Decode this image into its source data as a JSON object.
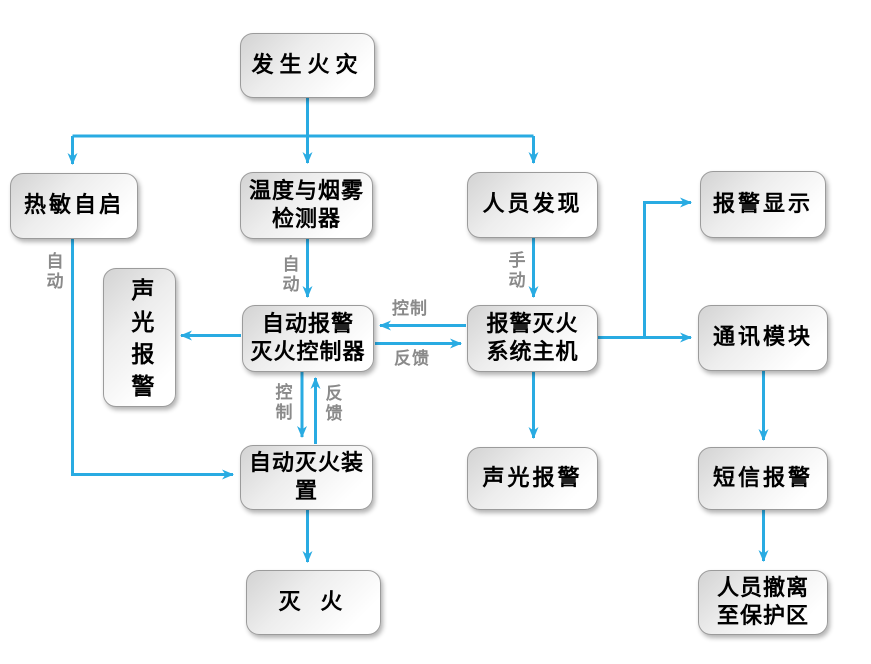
{
  "colors": {
    "connector_blue": "#29abe2",
    "node_border_gray": "#9b9b9b",
    "edge_label_gray": "#8a8a8a",
    "node_text": "#000000"
  },
  "nodes": {
    "fire": {
      "label": "发生火灾"
    },
    "thermal": {
      "label": "热敏自启"
    },
    "detector": {
      "label": "温度与烟雾\n检测器"
    },
    "person": {
      "label": "人员发现"
    },
    "alarm_display": {
      "label": "报警显示"
    },
    "sound_light_left": {
      "label": "声光报警"
    },
    "controller": {
      "label": "自动报警\n灭火控制器"
    },
    "host": {
      "label": "报警灭火\n系统主机"
    },
    "comm": {
      "label": "通讯模块"
    },
    "auto_extinguisher": {
      "label": "自动灭火装置"
    },
    "sound_light_right": {
      "label": "声光报警"
    },
    "sms": {
      "label": "短信报警"
    },
    "extinguish": {
      "label": "灭 火"
    },
    "evacuate": {
      "label": "人员撤离\n至保护区"
    }
  },
  "edge_labels": {
    "auto_left": "自动",
    "auto_center": "自动",
    "manual": "手动",
    "control_h": "控制",
    "feedback_h": "反馈",
    "control_v": "控制",
    "feedback_v": "反馈"
  }
}
